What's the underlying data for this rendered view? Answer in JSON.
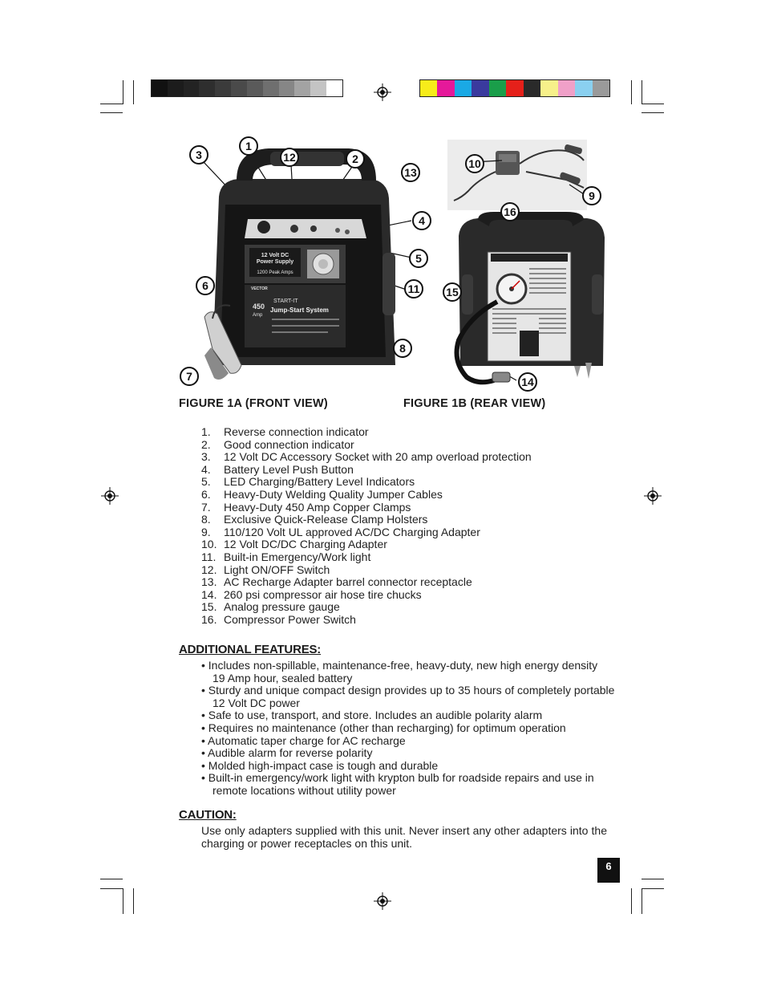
{
  "color_bar_left": [
    "#111111",
    "#1c1c1c",
    "#232323",
    "#2e2e2e",
    "#3b3b3b",
    "#4a4a4a",
    "#5a5a5a",
    "#6f6f6f",
    "#868686",
    "#a3a3a3",
    "#c4c4c4",
    "#ffffff"
  ],
  "color_bar_right": [
    "#f7ec1a",
    "#e5199a",
    "#1aa9e5",
    "#3a3a9e",
    "#1a9e4a",
    "#e5201a",
    "#2a2a2a",
    "#f7f08a",
    "#f0a0c8",
    "#8ad0f0",
    "#9a9a9a"
  ],
  "callouts": {
    "c1": "1",
    "c2": "2",
    "c3": "3",
    "c4": "4",
    "c5": "5",
    "c6": "6",
    "c7": "7",
    "c8": "8",
    "c9": "9",
    "c10": "10",
    "c11": "11",
    "c12": "12",
    "c13": "13",
    "c14": "14",
    "c15": "15",
    "c16": "16"
  },
  "front_label": {
    "line1": "12 Volt DC",
    "line2": "Power Supply",
    "line3": "1200 Peak Amps",
    "amp_value": "450",
    "amp_unit": "Amp",
    "brand": "VECTOR",
    "product": "START-IT",
    "product_sub": "Jump-Start System"
  },
  "figures": {
    "front_caption": "FIGURE 1A (FRONT VIEW)",
    "rear_caption": "FIGURE 1B (REAR VIEW)"
  },
  "parts": [
    {
      "num": "1.",
      "text": "Reverse connection indicator"
    },
    {
      "num": "2.",
      "text": "Good connection indicator"
    },
    {
      "num": "3.",
      "text": "12 Volt DC Accessory Socket with 20 amp overload protection"
    },
    {
      "num": "4.",
      "text": "Battery Level Push Button"
    },
    {
      "num": "5.",
      "text": "LED Charging/Battery Level Indicators"
    },
    {
      "num": "6.",
      "text": "Heavy-Duty Welding Quality Jumper Cables"
    },
    {
      "num": "7.",
      "text": "Heavy-Duty 450 Amp Copper Clamps"
    },
    {
      "num": "8.",
      "text": "Exclusive Quick-Release Clamp Holsters"
    },
    {
      "num": "9.",
      "text": "110/120 Volt UL approved AC/DC Charging Adapter"
    },
    {
      "num": "10.",
      "text": "12 Volt DC/DC Charging Adapter"
    },
    {
      "num": "11.",
      "text": "Built-in Emergency/Work light"
    },
    {
      "num": "12.",
      "text": "Light ON/OFF Switch"
    },
    {
      "num": "13.",
      "text": "AC Recharge Adapter barrel connector receptacle"
    },
    {
      "num": "14.",
      "text": "260 psi compressor air hose tire chucks"
    },
    {
      "num": "15.",
      "text": "Analog pressure gauge"
    },
    {
      "num": "16.",
      "text": "Compressor Power Switch"
    }
  ],
  "additional": {
    "heading": "ADDITIONAL FEATURES:",
    "items": [
      "• Includes non-spillable, maintenance-free, heavy-duty, new high energy density",
      "19 Amp hour, sealed battery",
      "• Sturdy and unique compact design provides up to 35 hours of completely portable",
      "12 Volt DC power",
      "• Safe to use, transport, and store. Includes an audible polarity alarm",
      "• Requires no maintenance (other than recharging) for optimum operation",
      "• Automatic taper charge for AC recharge",
      "• Audible alarm for reverse polarity",
      "• Molded high-impact case is tough and durable",
      "• Built-in emergency/work light with krypton bulb for roadside repairs and use in",
      "remote locations without utility power"
    ]
  },
  "caution": {
    "heading": "CAUTION:",
    "text": "Use only adapters supplied with this unit. Never insert any other adapters into the charging or power receptacles on this unit."
  },
  "page_number": "6"
}
